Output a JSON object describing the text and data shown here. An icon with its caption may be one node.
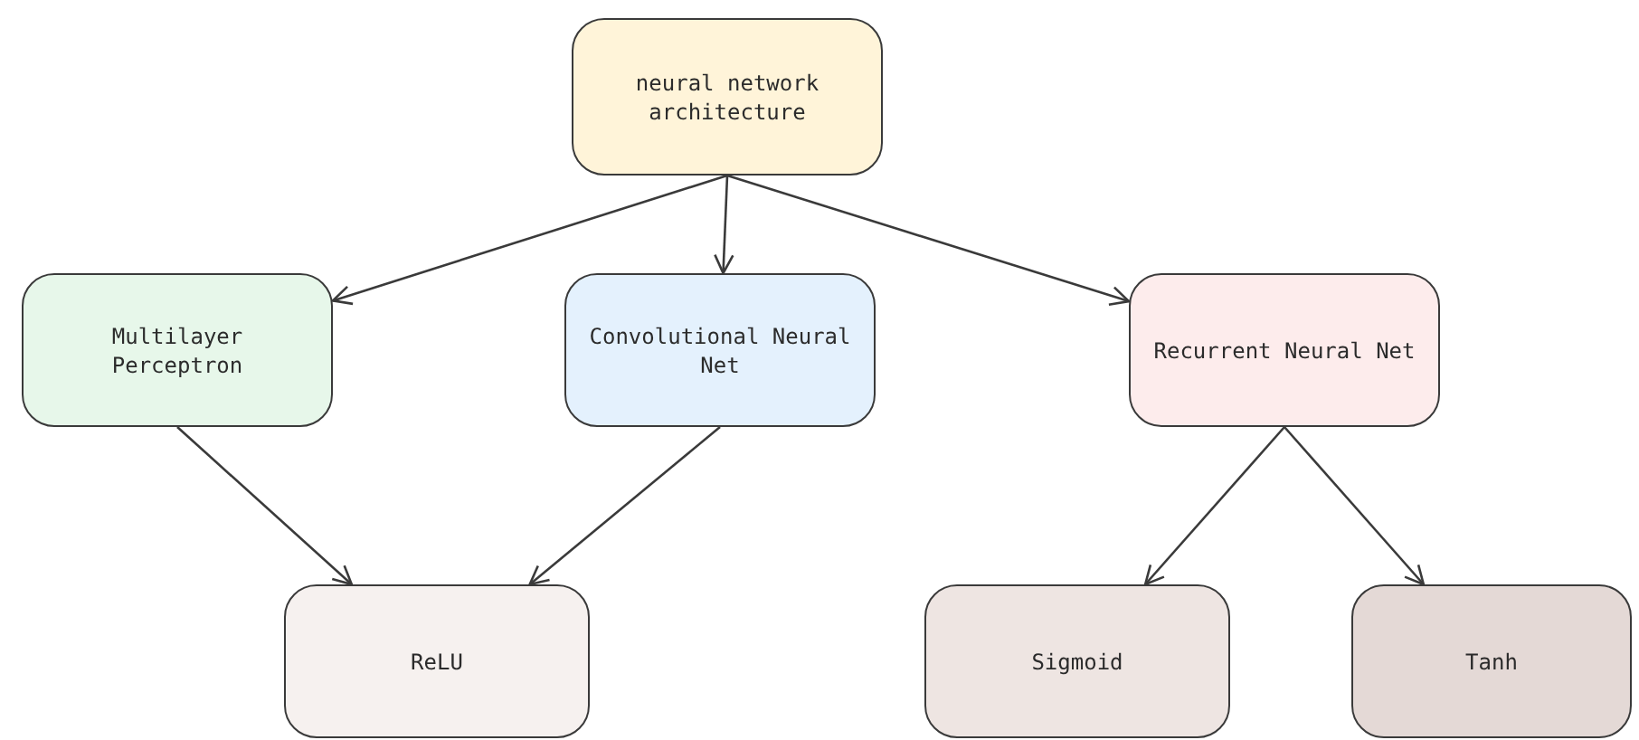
{
  "diagram": {
    "nodes": [
      {
        "text": [
          "neural network architecture"
        ]
      },
      {
        "text": [
          "Multilayer Perceptron"
        ]
      },
      {
        "text": [
          "Convolutional Neural Net"
        ]
      },
      {
        "text": [
          "Recurrent Neural Net"
        ]
      },
      {
        "text": [
          "ReLU"
        ]
      },
      {
        "text": [
          "Sigmoid"
        ]
      },
      {
        "text": [
          "Tanh"
        ]
      }
    ],
    "edges": [
      {
        "from": 0,
        "to": 1,
        "arrow": "to"
      },
      {
        "from": 0,
        "to": 2,
        "arrow": "to"
      },
      {
        "from": 0,
        "to": 3,
        "arrow": "to"
      },
      {
        "from": 1,
        "to": 4,
        "arrow": "to"
      },
      {
        "from": 2,
        "to": 4,
        "arrow": "to"
      },
      {
        "from": 3,
        "to": 5,
        "arrow": "to"
      },
      {
        "from": 3,
        "to": 6,
        "arrow": "to"
      }
    ]
  }
}
